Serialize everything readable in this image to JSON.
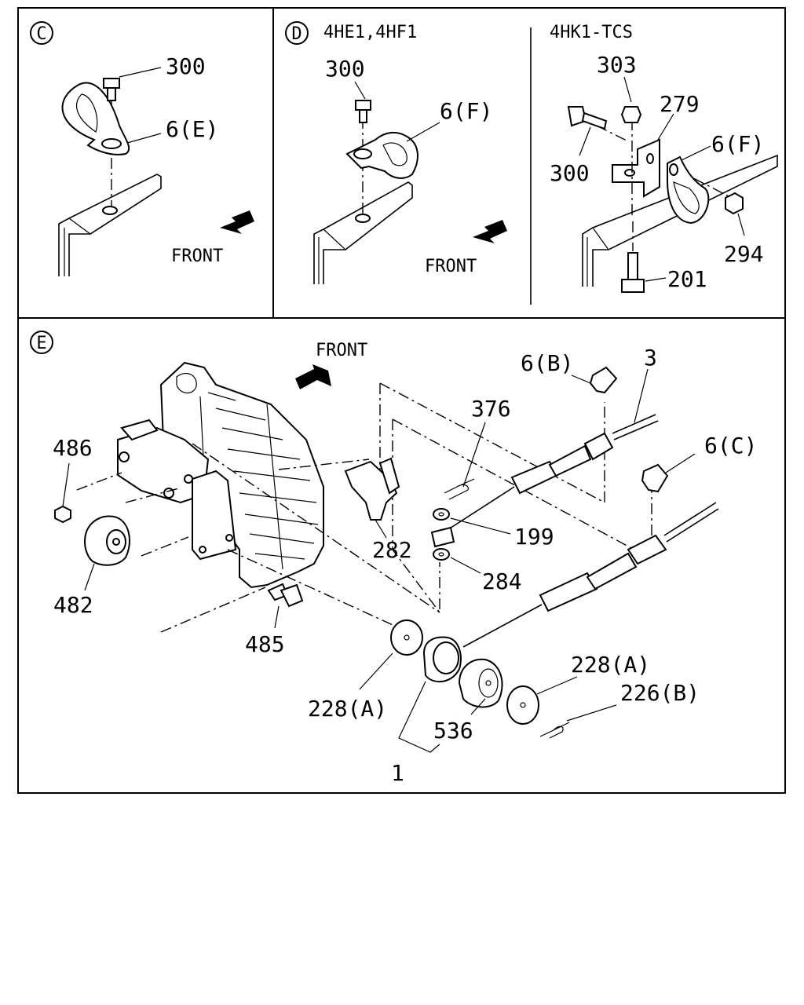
{
  "panels": {
    "c": {
      "id": "C",
      "labels": {
        "bolt": "300",
        "clamp": "6(E)",
        "front": "FRONT"
      }
    },
    "d": {
      "id": "D",
      "variant_left": "4HE1,4HF1",
      "variant_right": "4HK1-TCS",
      "labels_left": {
        "bolt": "300",
        "clamp": "6(F)",
        "front": "FRONT"
      },
      "labels_right": {
        "nut_top": "303",
        "bracket": "279",
        "bolt": "300",
        "clamp": "6(F)",
        "nut_side": "294",
        "bolt_bottom": "201"
      }
    },
    "e": {
      "id": "E",
      "front": "FRONT",
      "labels": {
        "clip_b": "6(B)",
        "cable": "3",
        "pin": "376",
        "clip_c": "6(C)",
        "nut_486": "486",
        "bracket_282": "282",
        "washer_199": "199",
        "washer_284": "284",
        "damper_482": "482",
        "bolt_485": "485",
        "washer_228a_left": "228(A)",
        "bush_536": "536",
        "washer_228a_right": "228(A)",
        "pin_226b": "226(B)",
        "assembly_1": "1"
      }
    }
  }
}
